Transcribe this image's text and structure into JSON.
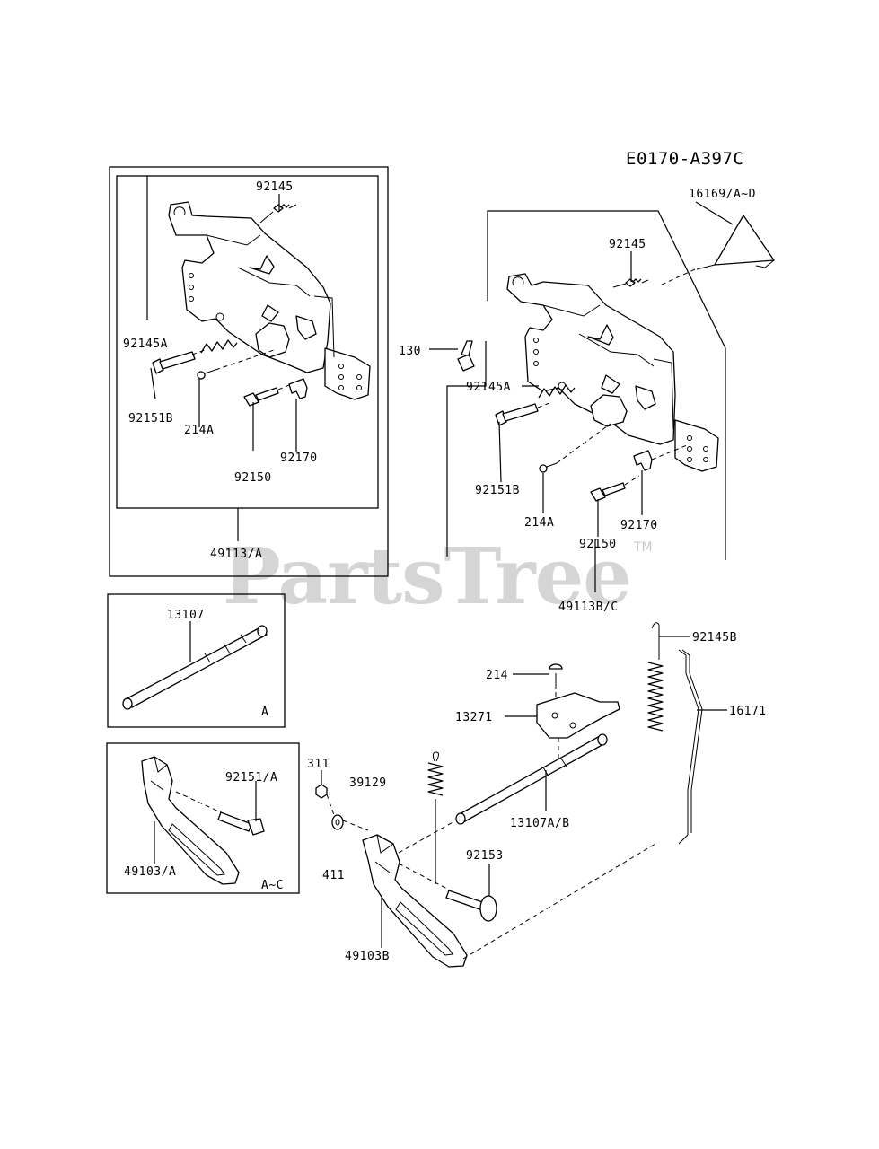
{
  "diagram_code": "E0170-A397C",
  "watermark": "PartsTree",
  "watermark_tm": "TM",
  "boxes": {
    "box_a_label": "A",
    "box_ac_label": "A~C"
  },
  "labels": {
    "l_92145_left": "92145",
    "l_92145A_left": "92145A",
    "l_92151B_left": "92151B",
    "l_214A_left": "214A",
    "l_92150_left": "92150",
    "l_92170_left": "92170",
    "l_49113A": "49113/A",
    "l_16169": "16169/A~D",
    "l_92145_right": "92145",
    "l_130": "130",
    "l_92145A_right": "92145A",
    "l_92151B_right": "92151B",
    "l_214A_right": "214A",
    "l_92170_right": "92170",
    "l_92150_right": "92150",
    "l_49113BC": "49113B/C",
    "l_13107": "13107",
    "l_92145B": "92145B",
    "l_214": "214",
    "l_13271": "13271",
    "l_16171": "16171",
    "l_311": "311",
    "l_39129": "39129",
    "l_92151A": "92151/A",
    "l_13107AB": "13107A/B",
    "l_92153": "92153",
    "l_411": "411",
    "l_49103A": "49103/A",
    "l_49103B": "49103B"
  }
}
